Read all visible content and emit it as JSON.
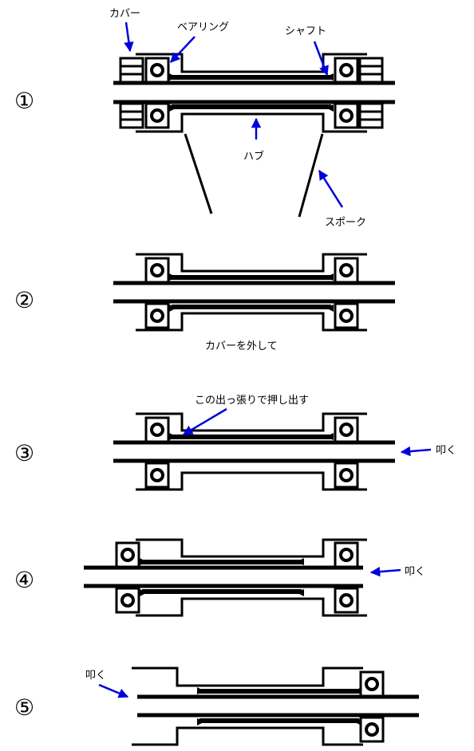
{
  "steps": [
    "①",
    "②",
    "③",
    "④",
    "⑤"
  ],
  "labels": {
    "cover": "カバー",
    "bearing": "ベアリング",
    "shaft": "シャフト",
    "hub": "ハブ",
    "spoke": "スポーク",
    "remove_cover": "カバーを外して",
    "push_out": "この出っ張りで押し出す",
    "tap3": "叩く",
    "tap4": "叩く",
    "tap5": "叩く"
  },
  "colors": {
    "line": "#000000",
    "arrow": "#0000dd"
  }
}
